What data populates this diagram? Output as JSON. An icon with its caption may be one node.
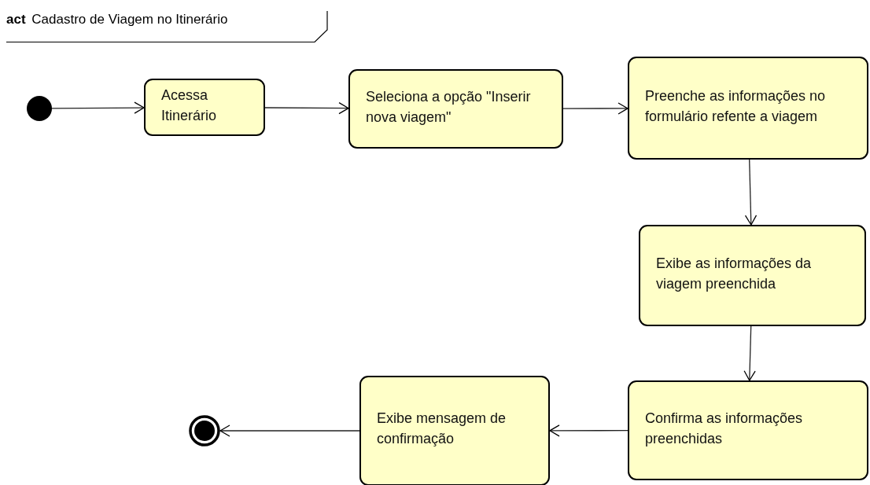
{
  "diagram": {
    "title": "**act** Cadastro de Viagem no Itinerário",
    "nodes": [
      {
        "text": [],
        "shape": "circle"
      },
      {
        "text": [
          "Acessa Itinerário"
        ]
      },
      {
        "text": [
          "Seleciona a opção \"Inserir nova viagem\""
        ]
      },
      {
        "text": [
          "Preenche as informações no formulário refente a viagem"
        ]
      },
      {
        "text": [
          "Exibe as informações da viagem preenchida"
        ]
      },
      {
        "text": [
          "Confirma as informações preenchidas"
        ]
      },
      {
        "text": [
          "Exibe mensagem de confirmação"
        ]
      },
      {
        "text": [],
        "shape": "bullseye"
      }
    ],
    "edges": [
      {
        "from": 0,
        "to": 1,
        "arrow": "to"
      },
      {
        "from": 1,
        "to": 2,
        "arrow": "to"
      },
      {
        "from": 2,
        "to": 3,
        "arrow": "to"
      },
      {
        "from": 3,
        "to": 4,
        "arrow": "to"
      },
      {
        "from": 4,
        "to": 5,
        "arrow": "to"
      },
      {
        "from": 5,
        "to": 6,
        "arrow": "to"
      },
      {
        "from": 6,
        "to": 7,
        "arrow": "to"
      }
    ]
  }
}
